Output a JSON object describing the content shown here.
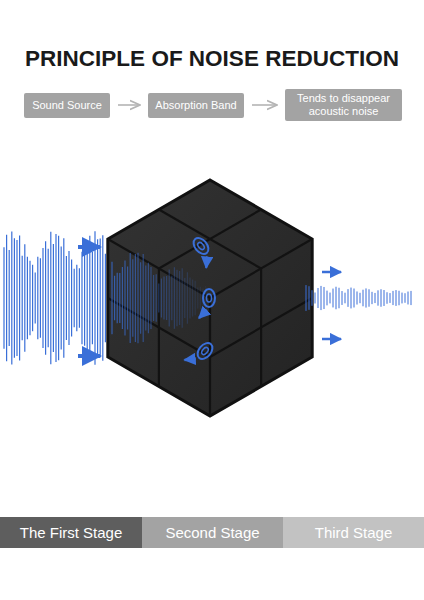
{
  "diagram": {
    "title": "PRINCIPLE OF NOISE REDUCTION",
    "nodes": [
      {
        "text": [
          "Sound Source"
        ]
      },
      {
        "text": [
          "Absorption Band"
        ]
      },
      {
        "text": [
          "Tends to disappear acoustic noise"
        ]
      },
      {
        "text": [
          "The First Stage"
        ]
      },
      {
        "text": [
          "Second Stage"
        ]
      },
      {
        "text": [
          "Third Stage"
        ]
      }
    ],
    "edges": [
      {
        "from": 0,
        "to": 1,
        "arrow": "to"
      },
      {
        "from": 1,
        "to": 2,
        "arrow": "to"
      }
    ]
  }
}
